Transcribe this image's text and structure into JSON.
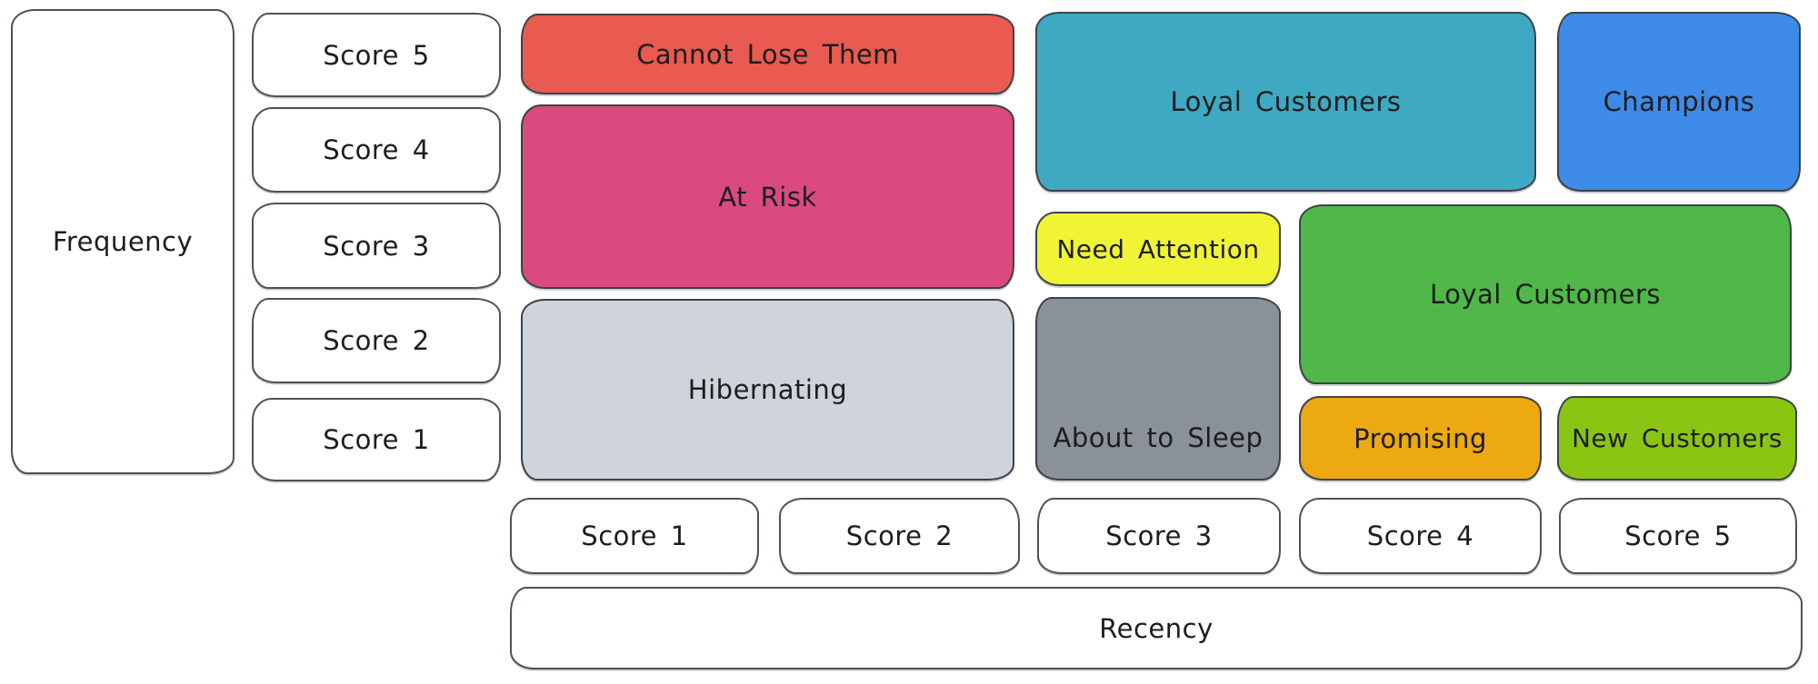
{
  "diagram": {
    "type": "rfm-segmentation-matrix",
    "axes": {
      "frequency_label": "Frequency",
      "recency_label": "Recency",
      "frequency_scores": [
        "Score 5",
        "Score 4",
        "Score 3",
        "Score 2",
        "Score 1"
      ],
      "recency_scores": [
        "Score 1",
        "Score 2",
        "Score 3",
        "Score 4",
        "Score 5"
      ]
    },
    "segments": {
      "cannot_lose": {
        "label": "Cannot Lose Them",
        "color": "#e95a50"
      },
      "at_risk": {
        "label": "At Risk",
        "color": "#da4a7f"
      },
      "hibernating": {
        "label": "Hibernating",
        "color": "#cfd4db"
      },
      "loyal_customers_top": {
        "label": "Loyal Customers",
        "color": "#3ea9c2"
      },
      "champions": {
        "label": "Champions",
        "color": "#3e8ae9"
      },
      "need_attention": {
        "label": "Need Attention",
        "color": "#f1f434"
      },
      "about_to_sleep": {
        "label": "About to Sleep",
        "color": "#8b9199"
      },
      "loyal_customers_mid": {
        "label": "Loyal Customers",
        "color": "#4fb848"
      },
      "promising": {
        "label": "Promising",
        "color": "#eda912"
      },
      "new_customers": {
        "label": "New Customers",
        "color": "#8bc514"
      }
    },
    "colors": {
      "background": "#ffffff",
      "stroke": "#3d4248",
      "text": "#1d1d1d"
    }
  }
}
